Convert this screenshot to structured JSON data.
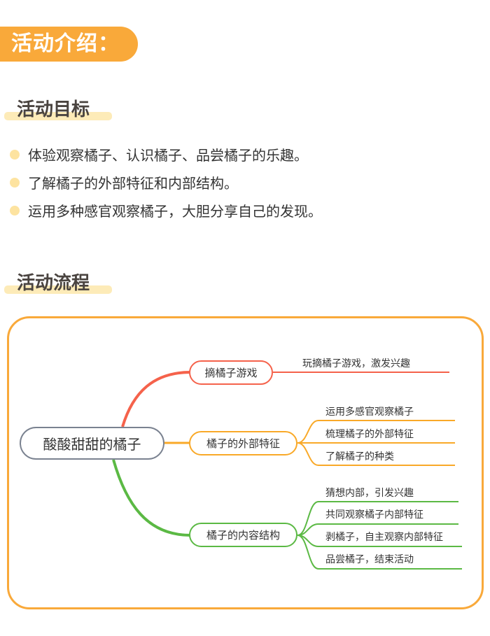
{
  "banner": {
    "title": "活动介绍："
  },
  "goals": {
    "heading": "活动目标",
    "items": [
      "体验观察橘子、认识橘子、品尝橘子的乐趣。",
      "了解橘子的外部特征和内部结构。",
      "运用多种感官观察橘子，大胆分享自己的发现。"
    ]
  },
  "process": {
    "heading": "活动流程"
  },
  "mindmap": {
    "root": "酸酸甜甜的橘子",
    "branches": [
      {
        "label": "摘橘子游戏",
        "color": "#F5624B",
        "leaves": [
          "玩摘橘子游戏，激发兴趣"
        ]
      },
      {
        "label": "橘子的外部特征",
        "color": "#F9A928",
        "leaves": [
          "运用多感官观察橘子",
          "梳理橘子的外部特征",
          "了解橘子的种类"
        ]
      },
      {
        "label": "橘子的内容结构",
        "color": "#5BB944",
        "leaves": [
          "猜想内部，引发兴趣",
          "共同观察橘子内部特征",
          "剥橘子，自主观察内部特征",
          "品尝橘子，结束活动"
        ]
      }
    ]
  },
  "colors": {
    "accent": "#F9A93A",
    "highlight": "#FDEBB8",
    "dot": "#FDE3A0"
  }
}
